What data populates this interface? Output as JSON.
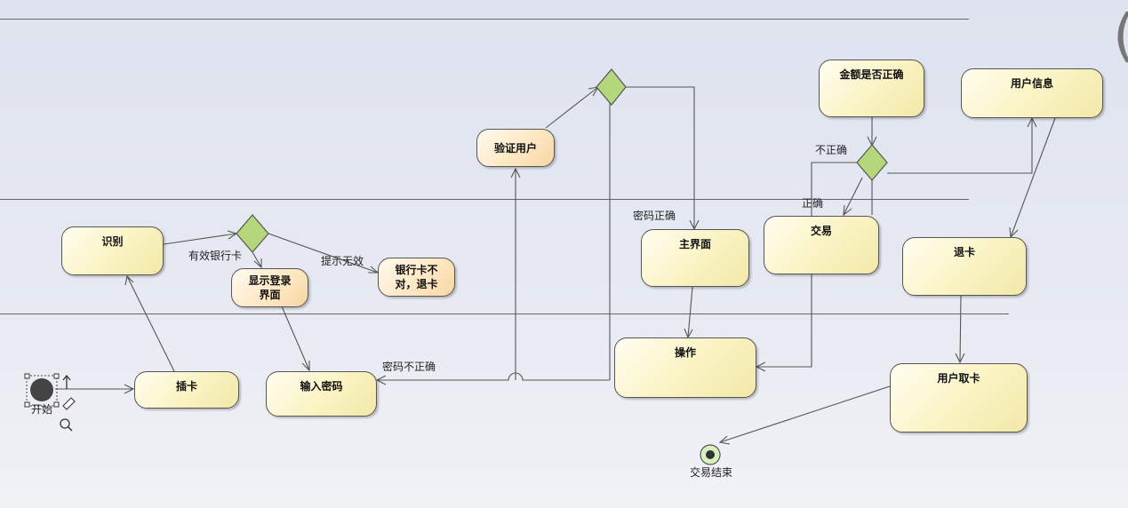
{
  "nodes": {
    "insert_card": "插卡",
    "identify": "识别",
    "show_login": "显示登录\n界面",
    "bad_card": "银行卡不\n对，退卡",
    "enter_password": "输入密码",
    "verify_user": "验证用户",
    "main_screen": "主界面",
    "operation": "操作",
    "amount_correct": "金额是否正确",
    "transaction": "交易",
    "user_info": "用户信息",
    "eject_card": "退卡",
    "user_take_card": "用户取卡"
  },
  "labels": {
    "start": "开始",
    "end": "交易结束",
    "valid_card": "有效银行卡",
    "invalid_prompt": "提示无效",
    "password_wrong": "密码不正确",
    "password_ok": "密码正确",
    "incorrect": "不正确",
    "correct": "正确"
  },
  "colors": {
    "decision_fill": "#b5d77c",
    "action_fill": "#faf3c2",
    "highlight_fill": "#fde8c4",
    "line": "#555555"
  }
}
